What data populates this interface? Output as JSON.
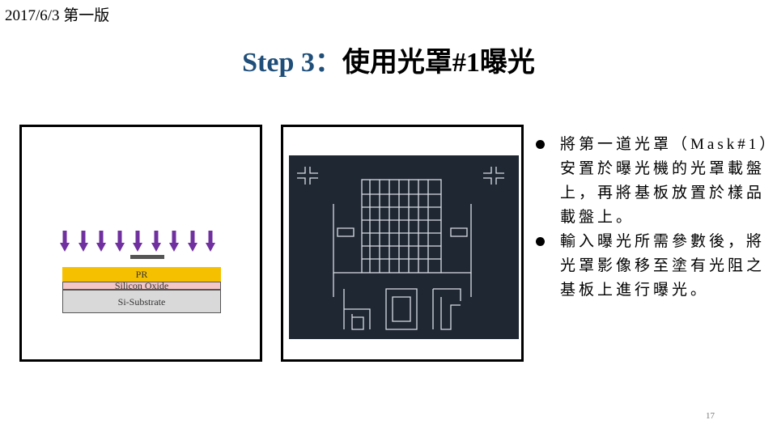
{
  "header": {
    "date": "2017/6/3 第一版"
  },
  "title": {
    "en": "Step 3：",
    "zh": "使用光罩#1曝光"
  },
  "diagram": {
    "layers": {
      "pr": "PR",
      "oxide": "Silicon Oxide",
      "substrate": "Si-Substrate"
    },
    "arrow_color": "#7030a0",
    "arrow_count": 9
  },
  "bullets": [
    {
      "text": "將第一道光罩（Mask#1）安置於曝光機的光罩載盤上，再將基板放置於樣品載盤上。"
    },
    {
      "text": "輸入曝光所需參數後，將光罩影像移至塗有光阻之基板上進行曝光。"
    }
  ],
  "footer": {
    "page_number": "17"
  }
}
